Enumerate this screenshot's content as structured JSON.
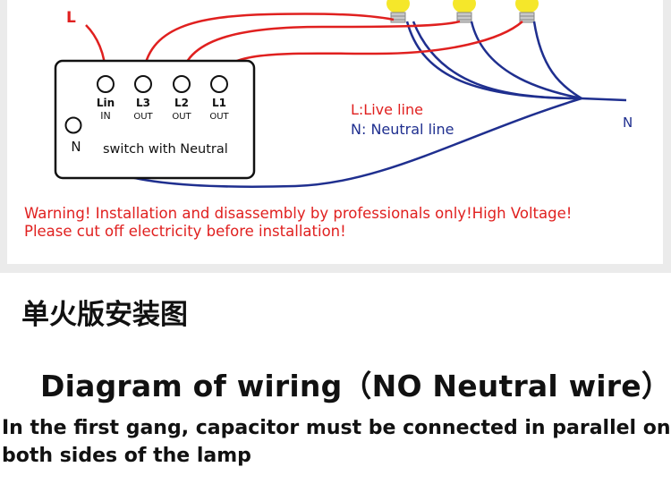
{
  "diagram": {
    "live_label": "L",
    "neutral_label": "N",
    "switch_neutral_label": "N",
    "switch_caption": "switch with Neutral",
    "terminals": [
      {
        "name": "Lin",
        "sub": "IN"
      },
      {
        "name": "L3",
        "sub": "OUT"
      },
      {
        "name": "L2",
        "sub": "OUT"
      },
      {
        "name": "L1",
        "sub": "OUT"
      }
    ],
    "legend": {
      "live": "L:Live line",
      "neutral": "N: Neutral line"
    },
    "colors": {
      "live": "#e0201f",
      "neutral": "#1f2f8f",
      "lamp": "#f5e72a",
      "box": "#111111"
    }
  },
  "warning": {
    "line1": "Warning! Installation and disassembly by professionals only!High Voltage!",
    "line2": "Please cut off electricity before installation!"
  },
  "chinese_title": "单火版安装图",
  "title": "Diagram of wiring（NO Neutral wire）",
  "note": "In the first gang, capacitor must be connected in parallel on both sides of the lamp"
}
